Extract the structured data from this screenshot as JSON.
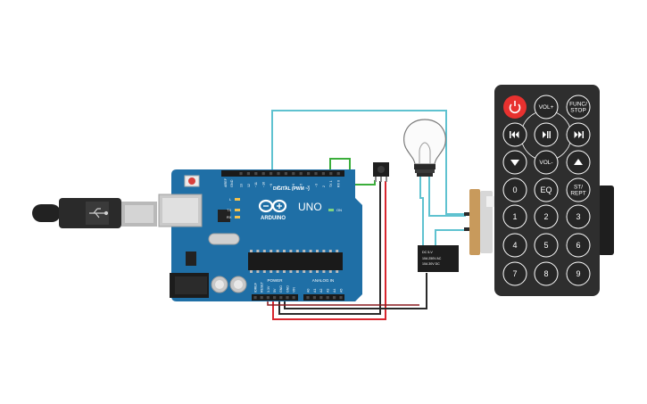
{
  "board": {
    "brand": "ARDUINO",
    "model": "UNO",
    "digital_label": "DIGITAL (PWM ~)",
    "power_label": "POWER",
    "analog_label": "ANALOG IN",
    "aref": "AREF",
    "gnd": "GND",
    "on_label": "ON",
    "tx": "TX",
    "rx": "RX",
    "l_led": "L",
    "digital_pins": [
      "13",
      "12",
      "~11",
      "~10",
      "~9",
      "8",
      "7",
      "~6",
      "~5",
      "4",
      "~3",
      "2",
      "TX 1",
      "RX 0"
    ],
    "power_pins": [
      "IOREF",
      "RESET",
      "3.3V",
      "5V",
      "GND",
      "GND",
      "VIN"
    ],
    "analog_pins": [
      "A0",
      "A1",
      "A2",
      "A3",
      "A4",
      "A5"
    ]
  },
  "relay": {
    "line1": "DC 5-V",
    "line2": "10A 250V AC",
    "line3": "10A 30V DC"
  },
  "remote": {
    "buttons": [
      {
        "id": "power",
        "label": ""
      },
      {
        "id": "vol-up",
        "label": "VOL+"
      },
      {
        "id": "func-stop",
        "label": "FUNC/\nSTOP"
      },
      {
        "id": "prev",
        "label": ""
      },
      {
        "id": "play-pause",
        "label": ""
      },
      {
        "id": "next",
        "label": ""
      },
      {
        "id": "down",
        "label": ""
      },
      {
        "id": "vol-down",
        "label": "VOL-"
      },
      {
        "id": "up",
        "label": ""
      },
      {
        "id": "num-0",
        "label": "0"
      },
      {
        "id": "eq",
        "label": "EQ"
      },
      {
        "id": "st-rept",
        "label": "ST/\nREPT"
      },
      {
        "id": "num-1",
        "label": "1"
      },
      {
        "id": "num-2",
        "label": "2"
      },
      {
        "id": "num-3",
        "label": "3"
      },
      {
        "id": "num-4",
        "label": "4"
      },
      {
        "id": "num-5",
        "label": "5"
      },
      {
        "id": "num-6",
        "label": "6"
      },
      {
        "id": "num-7",
        "label": "7"
      },
      {
        "id": "num-8",
        "label": "8"
      },
      {
        "id": "num-9",
        "label": "9"
      }
    ]
  },
  "colors": {
    "board": "#1f6fa6",
    "board_dark": "#165a87",
    "wire_cyan": "#5fc2d0",
    "wire_green": "#3bae3b",
    "wire_red": "#d7262e",
    "wire_black": "#2a2a2a",
    "remote_body": "#2e2e2e",
    "power_button": "#e8312f"
  }
}
